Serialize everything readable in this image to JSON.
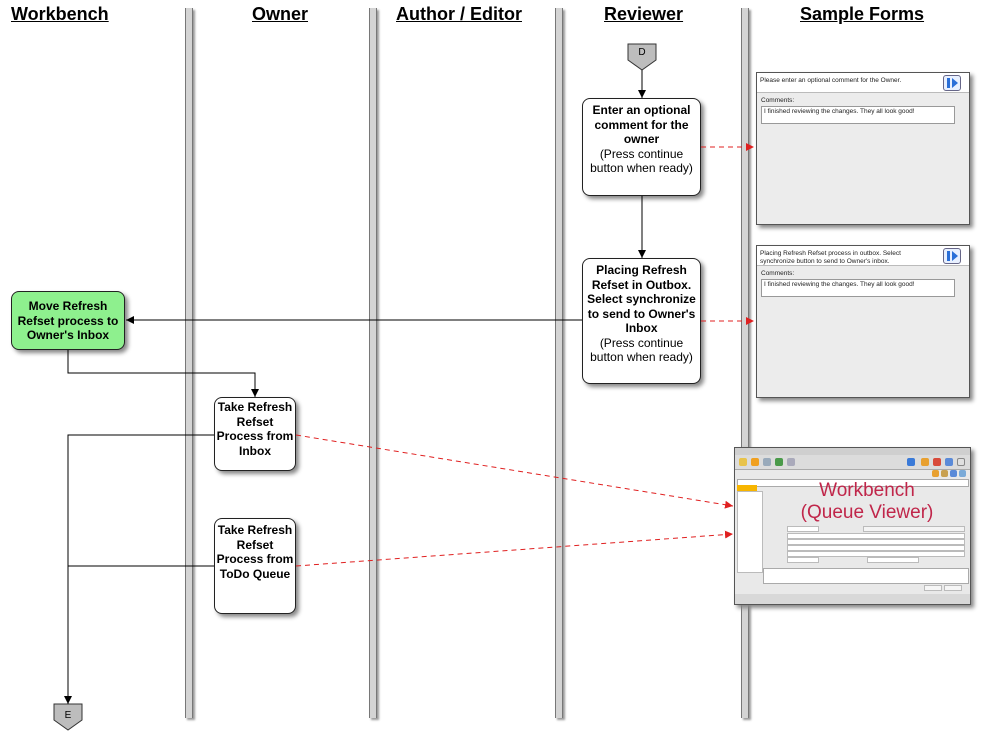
{
  "lanes": {
    "workbench": "Workbench",
    "owner": "Owner",
    "author_editor": "Author / Editor",
    "reviewer": "Reviewer",
    "sample_forms": "Sample Forms"
  },
  "connectors": {
    "start": "D",
    "end": "E"
  },
  "steps": {
    "enter_comment": {
      "title": "Enter an optional comment for the owner",
      "note": "(Press continue button when ready)"
    },
    "placing_refresh": {
      "title": "Placing Refresh Refset in Outbox. Select synchronize to send to Owner's Inbox",
      "note": "(Press continue button when ready)"
    },
    "move_refresh": {
      "title": "Move Refresh Refset process to Owner's Inbox"
    },
    "take_inbox": {
      "title": "Take Refresh Refset Process from Inbox"
    },
    "take_todo": {
      "title": "Take Refresh Refset Process from ToDo Queue"
    }
  },
  "forms": {
    "comment_form": {
      "message": "Please enter an optional comment for the Owner.",
      "comments_label": "Comments:",
      "comments_value": "I finished reviewing the changes.  They all look good!"
    },
    "outbox_form": {
      "message": "Placing Refresh Refset process in outbox. Select synchronize button to send to Owner's inbox.",
      "comments_label": "Comments:",
      "comments_value": "I finished reviewing the changes.  They all look good!"
    },
    "workbench_form": {
      "label_line1": "Workbench",
      "label_line2": "(Queue Viewer)"
    }
  },
  "colors": {
    "green_box": "#8ef08e",
    "dashed_arrow": "#e02020",
    "workbench_label": "#c0264a"
  }
}
